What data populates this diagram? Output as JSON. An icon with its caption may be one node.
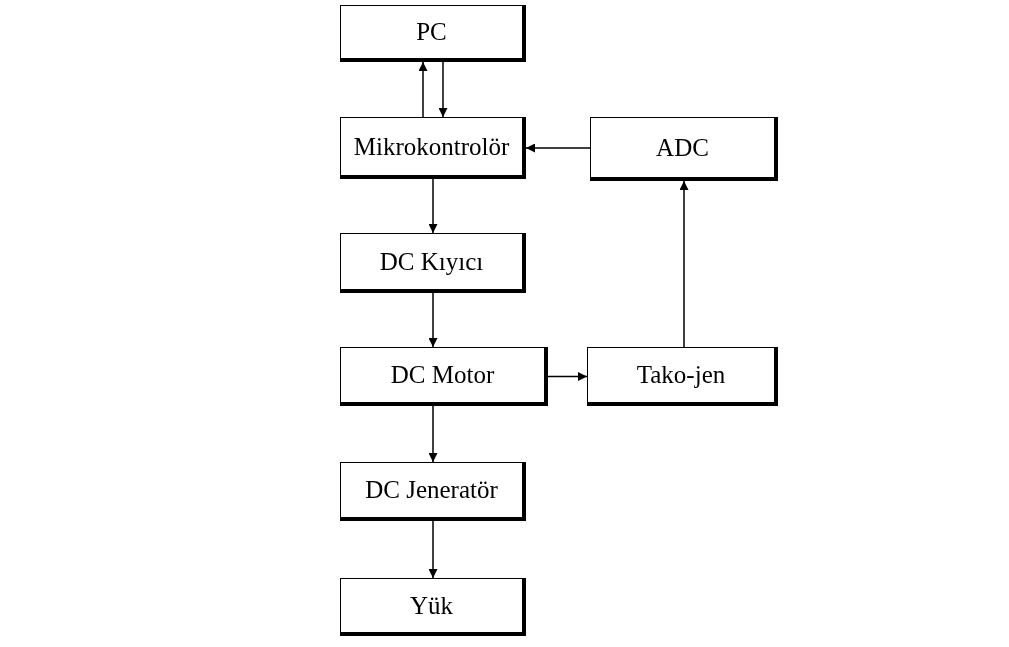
{
  "diagram": {
    "nodes": [
      {
        "text": [
          "PC"
        ]
      },
      {
        "text": [
          "Mikrokontrolör"
        ]
      },
      {
        "text": [
          "ADC"
        ]
      },
      {
        "text": [
          "DC Kıyıcı"
        ]
      },
      {
        "text": [
          "DC Motor"
        ]
      },
      {
        "text": [
          "Tako-jen"
        ]
      },
      {
        "text": [
          "DC Jeneratör"
        ]
      },
      {
        "text": [
          "Yük"
        ]
      }
    ],
    "edges": [
      {
        "from": 1,
        "to": 0,
        "arrow": "to"
      },
      {
        "from": 0,
        "to": 1,
        "arrow": "to"
      },
      {
        "from": 2,
        "to": 1,
        "arrow": "to"
      },
      {
        "from": 1,
        "to": 3,
        "arrow": "to"
      },
      {
        "from": 3,
        "to": 4,
        "arrow": "to"
      },
      {
        "from": 4,
        "to": 5,
        "arrow": "to"
      },
      {
        "from": 5,
        "to": 2,
        "arrow": "to"
      },
      {
        "from": 4,
        "to": 6,
        "arrow": "to"
      },
      {
        "from": 6,
        "to": 7,
        "arrow": "to"
      }
    ]
  }
}
